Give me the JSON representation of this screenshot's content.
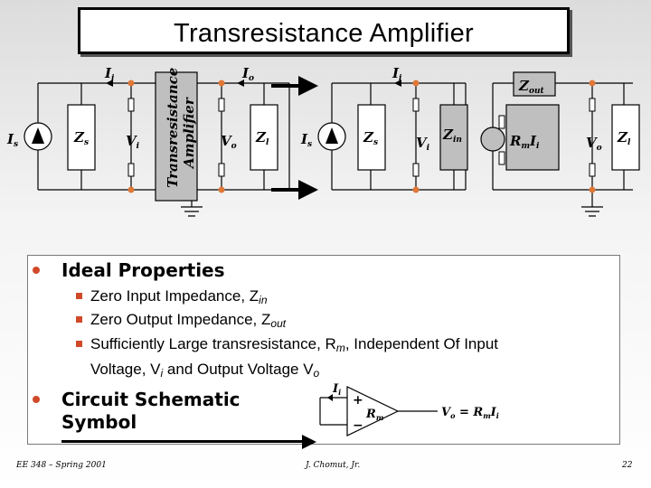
{
  "title": "Transresistance  Amplifier",
  "schematic": {
    "left": {
      "source_label": "I",
      "source_sub": "s",
      "zs_label": "Z",
      "zs_sub": "s",
      "ii_label": "I",
      "ii_sub": "i",
      "vi_label": "V",
      "vi_sub": "i",
      "block_line1": "Transresistance",
      "block_line2": "Amplifier",
      "io_label": "I",
      "io_sub": "o",
      "vo_label": "V",
      "vo_sub": "o",
      "zl_label": "Z",
      "zl_sub": "l"
    },
    "right": {
      "source_label": "I",
      "source_sub": "s",
      "zs_label": "Z",
      "zs_sub": "s",
      "ii_label": "I",
      "ii_sub": "i",
      "vi_label": "V",
      "vi_sub": "i",
      "zin_label": "Z",
      "zin_sub": "in",
      "zout_label": "Z",
      "zout_sub": "out",
      "dep_label": "R",
      "dep_sub": "m",
      "dep_label2": "I",
      "dep_sub2": "i",
      "vo_label": "V",
      "vo_sub": "o",
      "zl_label": "Z",
      "zl_sub": "l"
    },
    "colors": {
      "terminal": "#e07838",
      "block": "#bfbfbf",
      "arrow": "#000000"
    }
  },
  "properties": {
    "heading": "Ideal Properties",
    "items": [
      {
        "text": "Zero Input Impedance, Z",
        "sub": "in"
      },
      {
        "text": "Zero Output Impedance, Z",
        "sub": "out"
      },
      {
        "line1": "Sufficiently Large transresistance, R",
        "sub1": "m",
        "line1_tail": ", Independent Of Input",
        "line2": "Voltage, V",
        "sub2": "i",
        "line2_mid": " and Output Voltage V",
        "sub3": "o"
      }
    ]
  },
  "symbol_section": {
    "heading_line1": "Circuit Schematic",
    "heading_line2": "Symbol",
    "ii_label": "I",
    "ii_sub": "i",
    "plus": "+",
    "minus": "−",
    "gain_label": "R",
    "gain_sub": "m",
    "eq_lhs": "V",
    "eq_lhs_sub": "o",
    "eq_mid": " = R",
    "eq_mid_sub": "m",
    "eq_rhs": "I",
    "eq_rhs_sub": "i"
  },
  "footer": {
    "left": "EE 348 – Spring 2001",
    "center": "J. Chomut, Jr.",
    "page": "22"
  },
  "accent_color": "#d04a2a"
}
